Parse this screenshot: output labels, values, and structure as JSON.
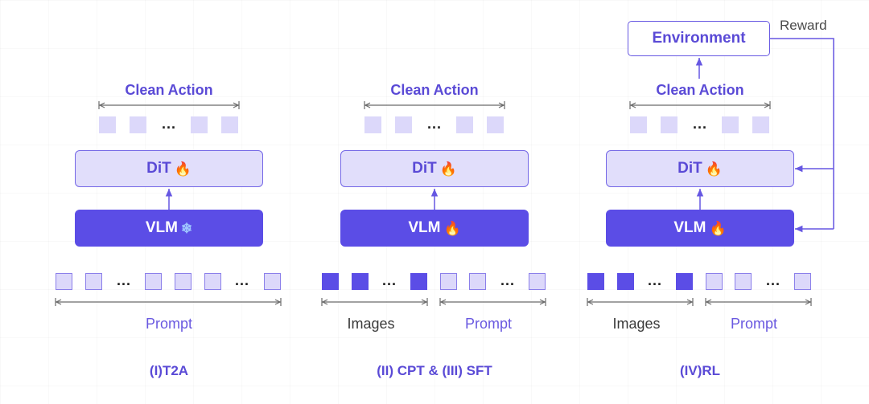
{
  "panels": [
    {
      "id": "t2a",
      "clean_action_label": "Clean Action",
      "dit_label": "DiT",
      "dit_icon": "fire-icon",
      "vlm_label": "VLM",
      "vlm_icon": "snowflake-icon",
      "prompt_label": "Prompt",
      "stage_label": "(I)T2A"
    },
    {
      "id": "cpt-sft",
      "clean_action_label": "Clean Action",
      "dit_label": "DiT",
      "dit_icon": "fire-icon",
      "vlm_label": "VLM",
      "vlm_icon": "fire-icon",
      "images_label": "Images",
      "prompt_label": "Prompt",
      "stage_label": "(II) CPT & (III) SFT"
    },
    {
      "id": "rl",
      "environment_label": "Environment",
      "reward_label": "Reward",
      "clean_action_label": "Clean Action",
      "dit_label": "DiT",
      "dit_icon": "fire-icon",
      "vlm_label": "VLM",
      "vlm_icon": "fire-icon",
      "images_label": "Images",
      "prompt_label": "Prompt",
      "stage_label": "(IV)RL"
    }
  ],
  "ellipsis": "...",
  "colors": {
    "accent": "#5b4de6",
    "accent_text": "#5a4ad6",
    "light_fill": "#e1defb",
    "token_fill": "#dcd8fa",
    "fire": "#f4791f",
    "snowflake": "#9fc7ff"
  }
}
